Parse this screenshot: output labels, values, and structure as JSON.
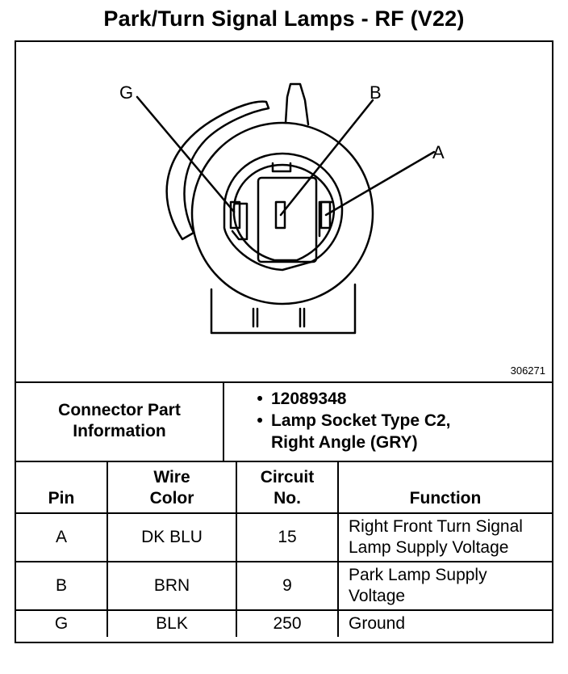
{
  "title": "Park/Turn Signal Lamps - RF (V22)",
  "figure": {
    "id": "306271",
    "pin_labels": [
      "G",
      "B",
      "A"
    ]
  },
  "connector": {
    "label_line1": "Connector Part",
    "label_line2": "Information",
    "info": [
      "12089348",
      "Lamp Socket Type C2,",
      "Right Angle (GRY)"
    ]
  },
  "table": {
    "headers": {
      "pin": "Pin",
      "wire_line1": "Wire",
      "wire_line2": "Color",
      "circuit_line1": "Circuit",
      "circuit_line2": "No.",
      "function": "Function"
    },
    "rows": [
      {
        "pin": "A",
        "wire": "DK BLU",
        "circuit": "15",
        "function_line1": "Right Front Turn Signal",
        "function_line2": "Lamp Supply Voltage"
      },
      {
        "pin": "B",
        "wire": "BRN",
        "circuit": "9",
        "function_line1": "Park Lamp Supply",
        "function_line2": "Voltage"
      },
      {
        "pin": "G",
        "wire": "BLK",
        "circuit": "250",
        "function_line1": "Ground",
        "function_line2": ""
      }
    ]
  }
}
